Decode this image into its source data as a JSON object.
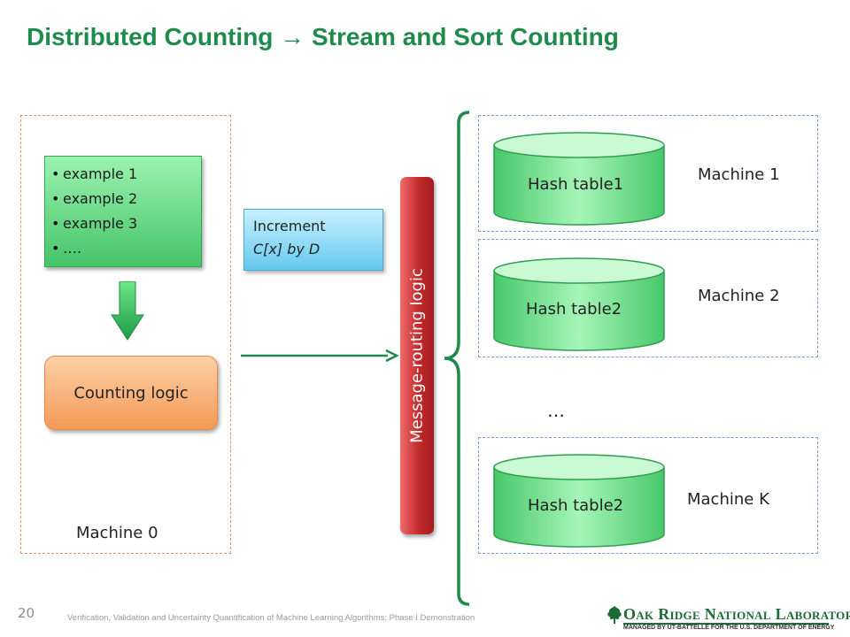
{
  "title": "Distributed Counting → Stream and Sort Counting",
  "examples": [
    "example 1",
    "example 2",
    "example 3",
    "…."
  ],
  "increment": {
    "line1": "Increment",
    "line2": "C[x] by D"
  },
  "counting_logic": "Counting logic",
  "machine0": "Machine 0",
  "router": "Message-routing logic",
  "machines": [
    {
      "table": "Hash table1",
      "label": "Machine 1"
    },
    {
      "table": "Hash table2",
      "label": "Machine 2"
    },
    {
      "table": "Hash table2",
      "label": "Machine K"
    }
  ],
  "ellipsis": "…",
  "footer": {
    "page_number": "20",
    "text": "Verification, Validation and Uncertainty Quantification of Machine Learning Algorithms: Phase I Demonstration",
    "logo_name": "Oak Ridge National Laboratory",
    "logo_sub": "MANAGED BY UT-BATTELLE FOR THE U.S. DEPARTMENT OF ENERGY"
  },
  "colors": {
    "title": "#1e8a4c",
    "example_box": "#45c468",
    "increment_box": "#64c9ef",
    "counting_box": "#f39a55",
    "router": "#c42a2a",
    "cylinder": "#4fd474",
    "arrow": "#1e8a4c"
  }
}
